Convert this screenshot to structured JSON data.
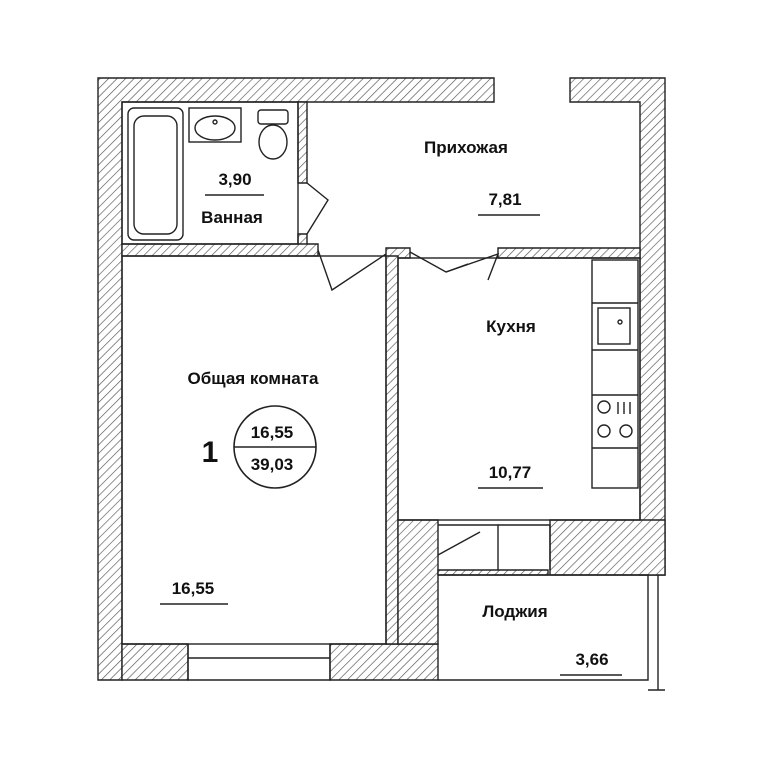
{
  "plan": {
    "apartment_number": "1",
    "living_area": "16,55",
    "total_area": "39,03",
    "rooms": {
      "bathroom": {
        "name": "Ванная",
        "area": "3,90"
      },
      "hallway": {
        "name": "Прихожая",
        "area": "7,81"
      },
      "living_room": {
        "name": "Общая комната",
        "area": "16,55"
      },
      "kitchen": {
        "name": "Кухня",
        "area": "10,77"
      },
      "loggia": {
        "name": "Лоджия",
        "area": "3,66"
      }
    }
  }
}
